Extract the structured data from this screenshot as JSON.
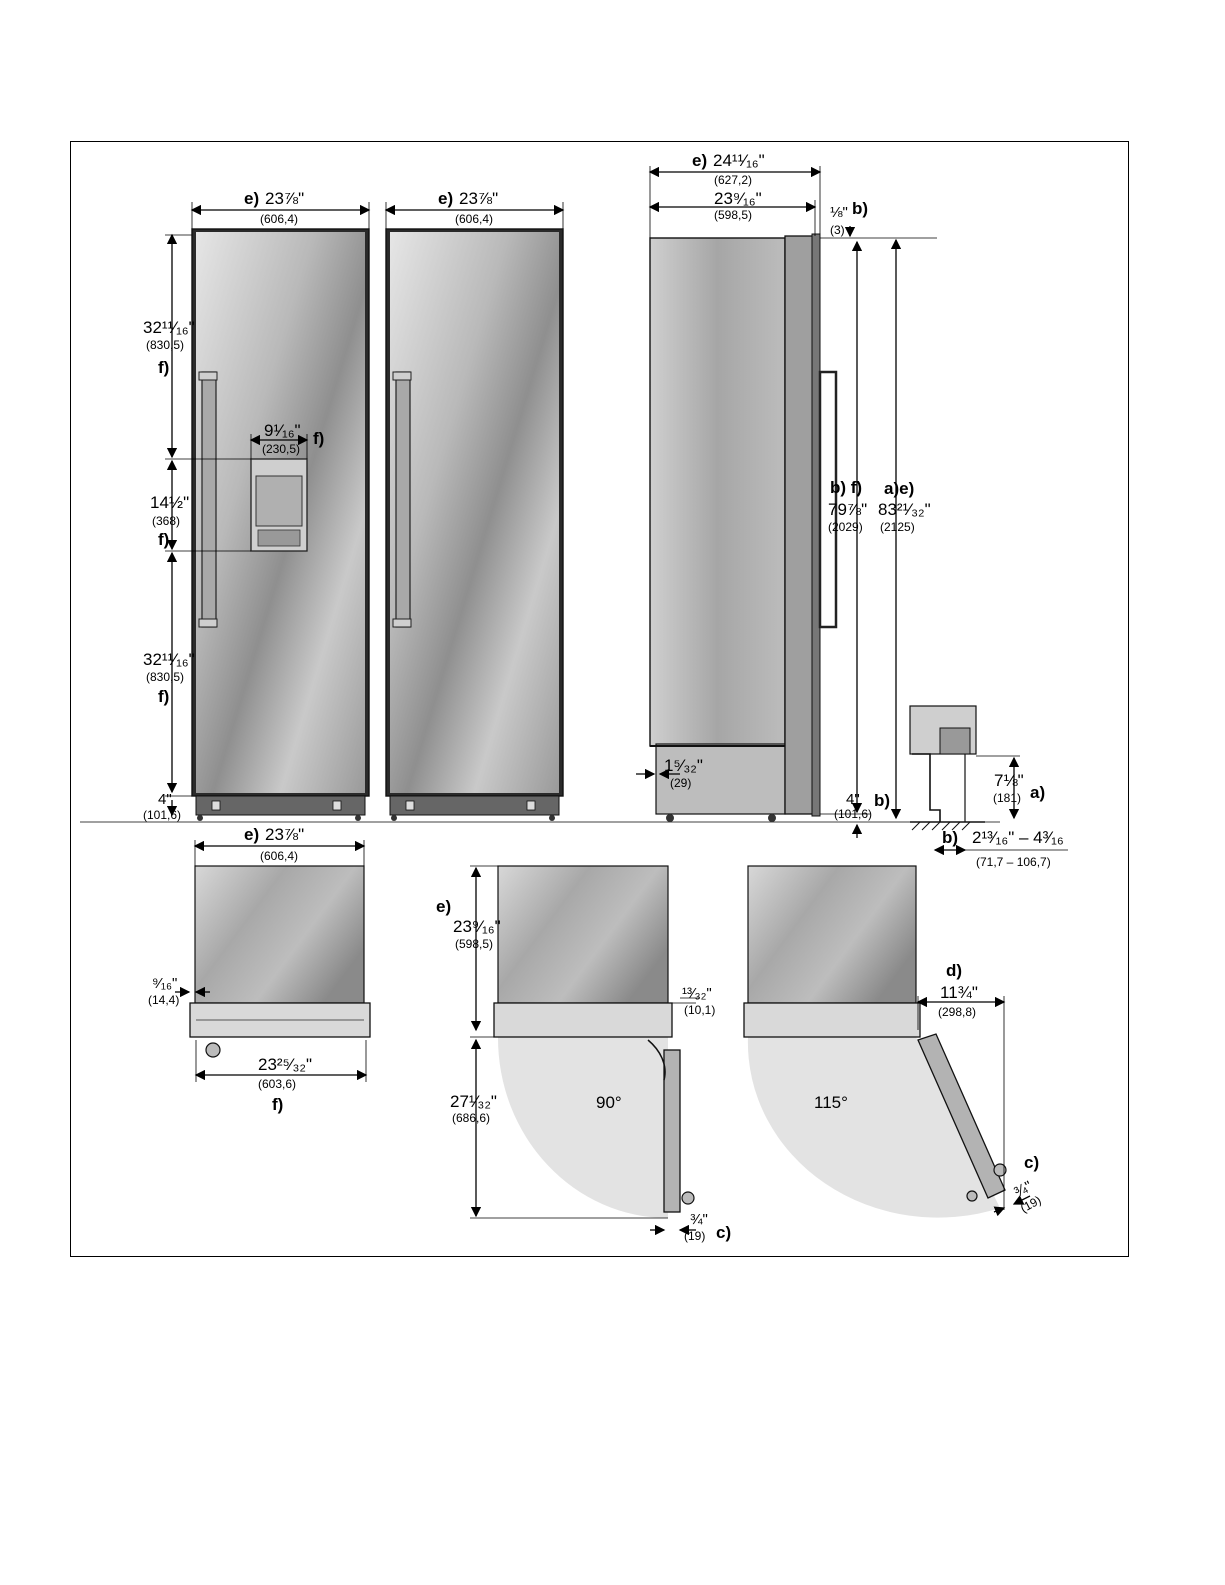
{
  "front_view_1": {
    "width_label": "e)",
    "width_in": "23⅞\"",
    "width_mm": "(606,4)",
    "upper_height_in": "32¹¹⁄₁₆\"",
    "upper_height_mm": "(830,5)",
    "upper_note": "f)",
    "dispenser_width_in": "9¹⁄₁₆\"",
    "dispenser_width_mm": "(230,5)",
    "dispenser_note": "f)",
    "dispenser_height_in": "14½\"",
    "dispenser_height_mm": "(368)",
    "dispenser_height_note": "f)",
    "lower_height_in": "32¹¹⁄₁₆\"",
    "lower_height_mm": "(830,5)",
    "lower_note": "f)",
    "base_height_in": "4\"",
    "base_height_mm": "(101,6)"
  },
  "front_view_2": {
    "width_label": "e)",
    "width_in": "23⅞\"",
    "width_mm": "(606,4)"
  },
  "side_view": {
    "overall_depth_label": "e)",
    "overall_depth_in": "24¹¹⁄₁₆\"",
    "overall_depth_mm": "(627,2)",
    "cabinet_depth_in": "23⁹⁄₁₆\"",
    "cabinet_depth_mm": "(598,5)",
    "top_gap_in": "⅛\"",
    "top_gap_mm": "(3)",
    "top_gap_note": "b)",
    "door_height_label": "b) f)",
    "door_height_in": "79⅞\"",
    "door_height_mm": "(2029)",
    "overall_height_label": "a)e)",
    "overall_height_in": "83²¹⁄₃₂\"",
    "overall_height_mm": "(2125)",
    "toe_in": "1⁵⁄₃₂\"",
    "toe_mm": "(29)",
    "base_in": "4\"",
    "base_mm": "(101,6)",
    "base_note": "b)"
  },
  "detail_view": {
    "height_in": "7⅛\"",
    "height_mm": "(181)",
    "height_note": "a)",
    "range_note": "b)",
    "range_in": "2¹³⁄₁₆\" – 4³⁄₁₆",
    "range_mm": "(71,7 – 106,7)"
  },
  "top_view_1": {
    "width_label": "e)",
    "width_in": "23⅞\"",
    "width_mm": "(606,4)",
    "offset_in": "⁹⁄₁₆\"",
    "offset_mm": "(14,4)",
    "bottom_width_in": "23²⁵⁄₃₂\"",
    "bottom_width_mm": "(603,6)",
    "bottom_note": "f)"
  },
  "top_view_90": {
    "depth_label": "e)",
    "depth_in": "23⁹⁄₁₆\"",
    "depth_mm": "(598,5)",
    "side_gap_in": "¹³⁄₃₂\"",
    "side_gap_mm": "(10,1)",
    "swing_in": "27¹⁄₃₂\"",
    "swing_mm": "(686,6)",
    "angle": "90°",
    "door_gap_in": "¾\"",
    "door_gap_mm": "(19)",
    "door_gap_note": "c)"
  },
  "top_view_115": {
    "clearance_label": "d)",
    "clearance_in": "11¾\"",
    "clearance_mm": "(298,8)",
    "angle": "115°",
    "door_gap_note": "c)",
    "door_gap_in": "¾\"",
    "door_gap_mm": "(19)"
  }
}
